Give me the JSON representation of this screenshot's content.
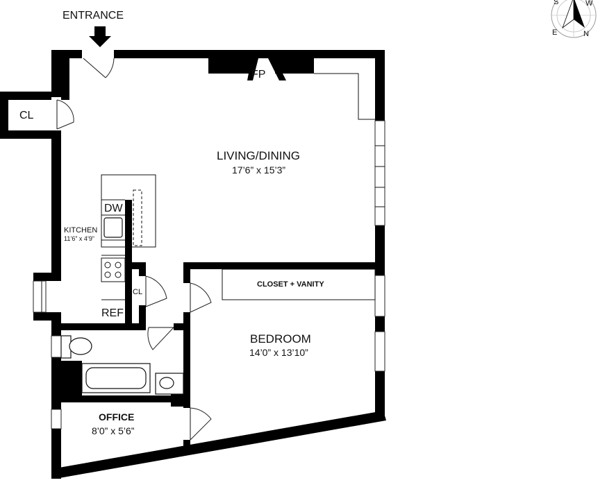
{
  "labels": {
    "entrance": "ENTRANCE",
    "fireplace": "FP",
    "closet_left": "CL",
    "closet_kitchen": "CL",
    "dishwasher": "DW",
    "refrigerator": "REF",
    "closet_vanity": "CLOSET + VANITY"
  },
  "rooms": {
    "living": {
      "name": "LIVING/DINING",
      "size": "17’6” x 15’3”"
    },
    "kitchen": {
      "name": "KITCHEN",
      "size": "11’6” x 4’9”"
    },
    "bedroom": {
      "name": "BEDROOM",
      "size": "14’0” x 13’10”"
    },
    "office": {
      "name": "OFFICE",
      "size": "8’0” x 5’6”"
    }
  },
  "compass": {
    "north": "N",
    "south": "S",
    "east": "E",
    "west": "W"
  }
}
